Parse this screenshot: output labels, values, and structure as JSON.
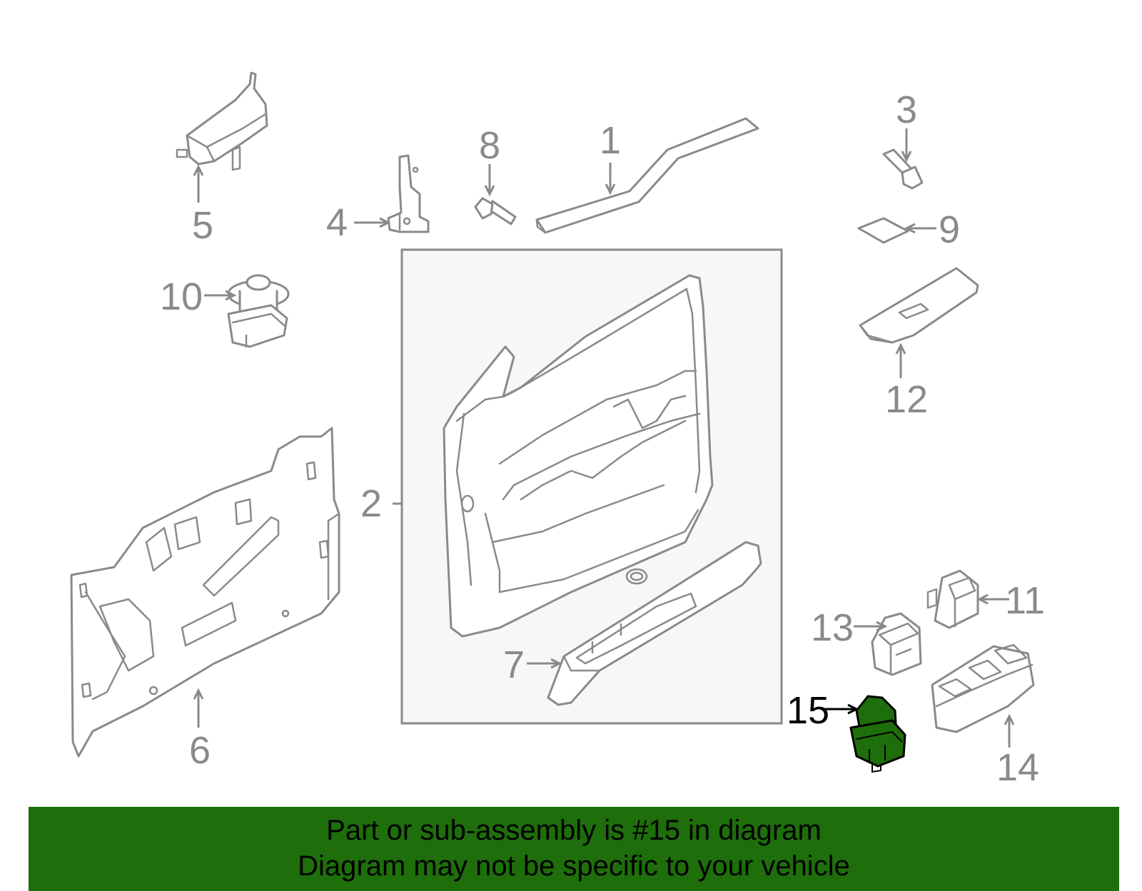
{
  "diagram": {
    "callouts": [
      {
        "id": "1",
        "label": "1"
      },
      {
        "id": "2",
        "label": "2"
      },
      {
        "id": "3",
        "label": "3"
      },
      {
        "id": "4",
        "label": "4"
      },
      {
        "id": "5",
        "label": "5"
      },
      {
        "id": "6",
        "label": "6"
      },
      {
        "id": "7",
        "label": "7"
      },
      {
        "id": "8",
        "label": "8"
      },
      {
        "id": "9",
        "label": "9"
      },
      {
        "id": "10",
        "label": "10"
      },
      {
        "id": "11",
        "label": "11"
      },
      {
        "id": "12",
        "label": "12"
      },
      {
        "id": "13",
        "label": "13"
      },
      {
        "id": "14",
        "label": "14"
      },
      {
        "id": "15",
        "label": "15"
      }
    ],
    "highlighted_part": "15",
    "colors": {
      "line": "#8a8a8a",
      "highlight_fill": "#1e6e0b",
      "highlight_label": "#000000",
      "inset_box_fill": "#f7f7f7",
      "banner": "#1e6e0b"
    }
  },
  "banner": {
    "line1": "Part or sub-assembly is #15 in diagram",
    "line2": "Diagram may not be specific to your vehicle"
  }
}
